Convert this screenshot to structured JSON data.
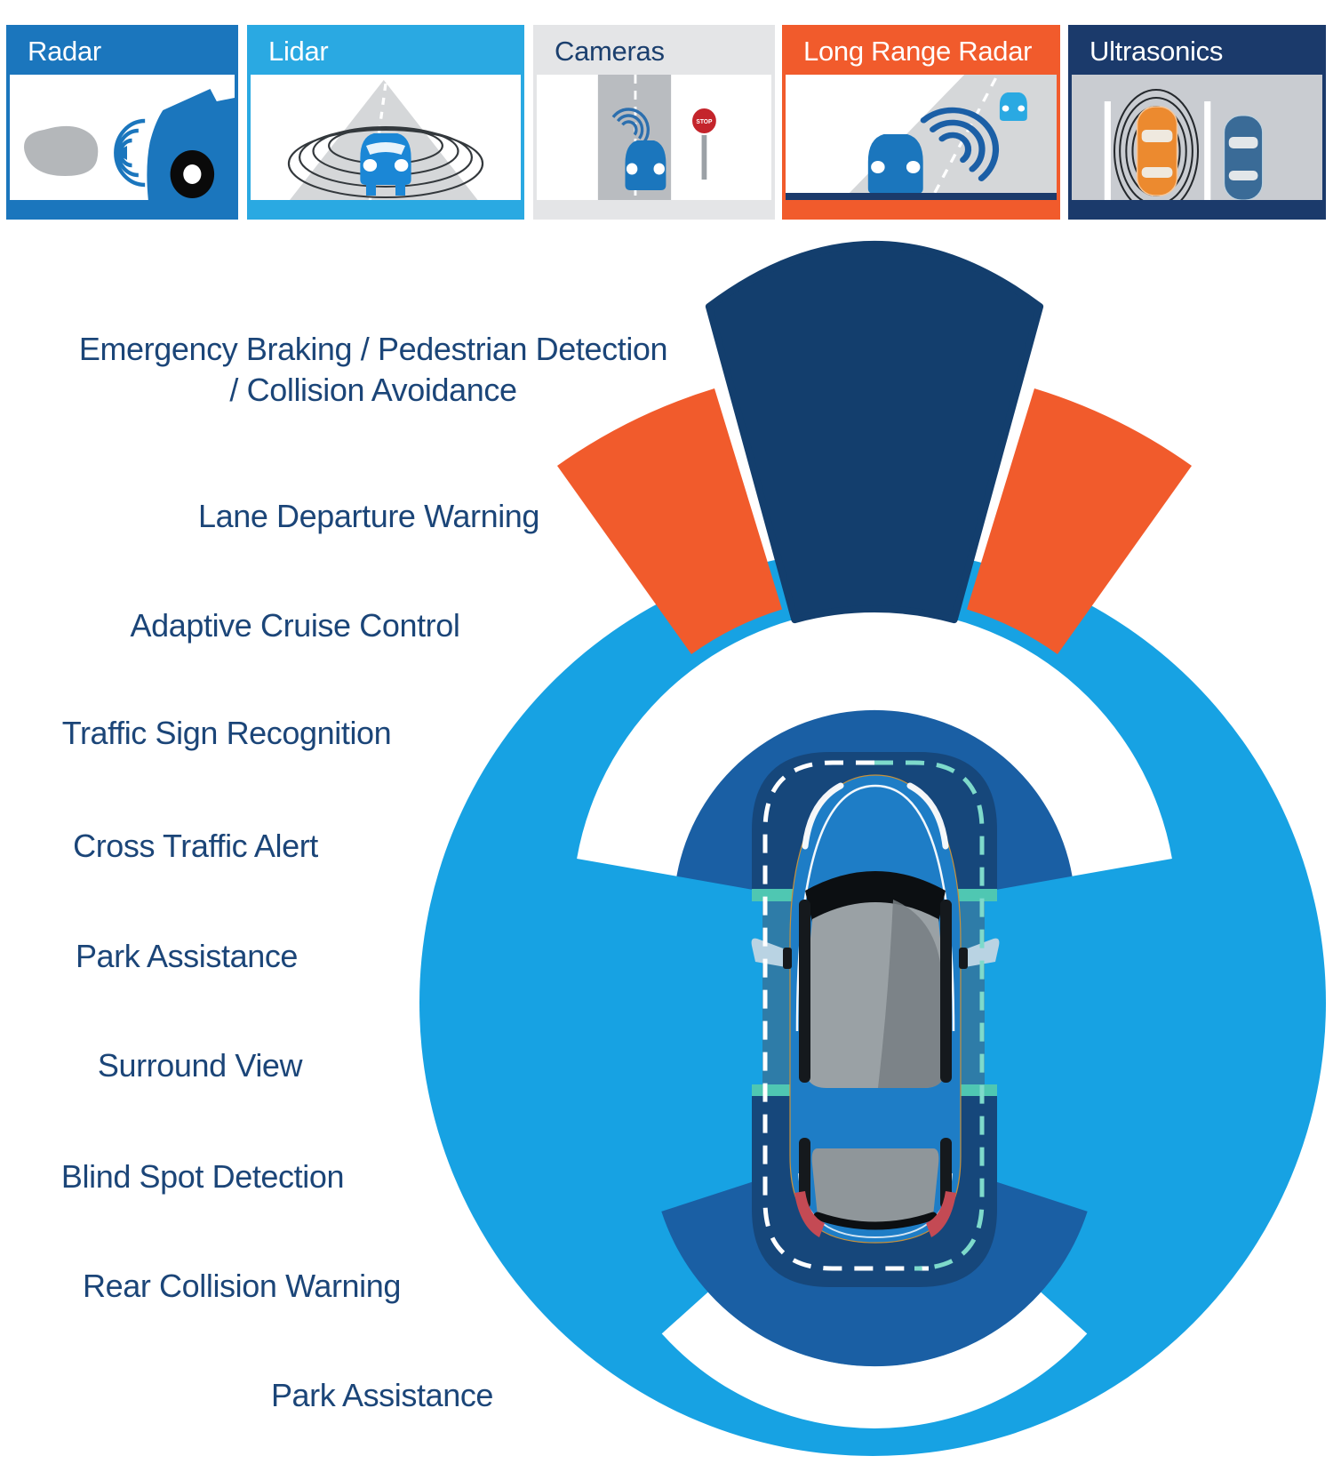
{
  "legend": {
    "cards": [
      {
        "label": "Radar",
        "accent": "#1b76bd",
        "text_color": "#ffffff"
      },
      {
        "label": "Lidar",
        "accent": "#2aa9e2",
        "text_color": "#ffffff"
      },
      {
        "label": "Cameras",
        "accent": "#e4e5e7",
        "text_color": "#1b3f6e",
        "stop_text": "STOP"
      },
      {
        "label": "Long Range Radar",
        "accent": "#f15b2c",
        "text_color": "#ffffff"
      },
      {
        "label": "Ultrasonics",
        "accent": "#1b3a6b",
        "text_color": "#ffffff"
      }
    ]
  },
  "capabilities": [
    {
      "label": "Emergency Braking / Pedestrian Detection\n/ Collision Avoidance"
    },
    {
      "label": "Lane Departure Warning"
    },
    {
      "label": "Adaptive Cruise Control"
    },
    {
      "label": "Traffic Sign Recognition"
    },
    {
      "label": "Cross Traffic Alert"
    },
    {
      "label": "Park Assistance"
    },
    {
      "label": "Surround View"
    },
    {
      "label": "Blind Spot Detection"
    },
    {
      "label": "Rear Collision Warning"
    },
    {
      "label": "Park Assistance"
    }
  ],
  "colors": {
    "label_text": "#1b4578",
    "surround_zone": "#17a2e3",
    "front_rear_fan": "#1a5fa4",
    "long_range_beam": "#133e6d",
    "lane_departure": "#f15b2c",
    "ultrasonic_arc": "#16477b",
    "side_strip": "#2e7ca8",
    "teal_accent": "#4fc7b2",
    "teal_dash": "#7edacb",
    "car_body": "#1e7dc6",
    "ultrasonics_body_bg": "#c9ccd1"
  }
}
